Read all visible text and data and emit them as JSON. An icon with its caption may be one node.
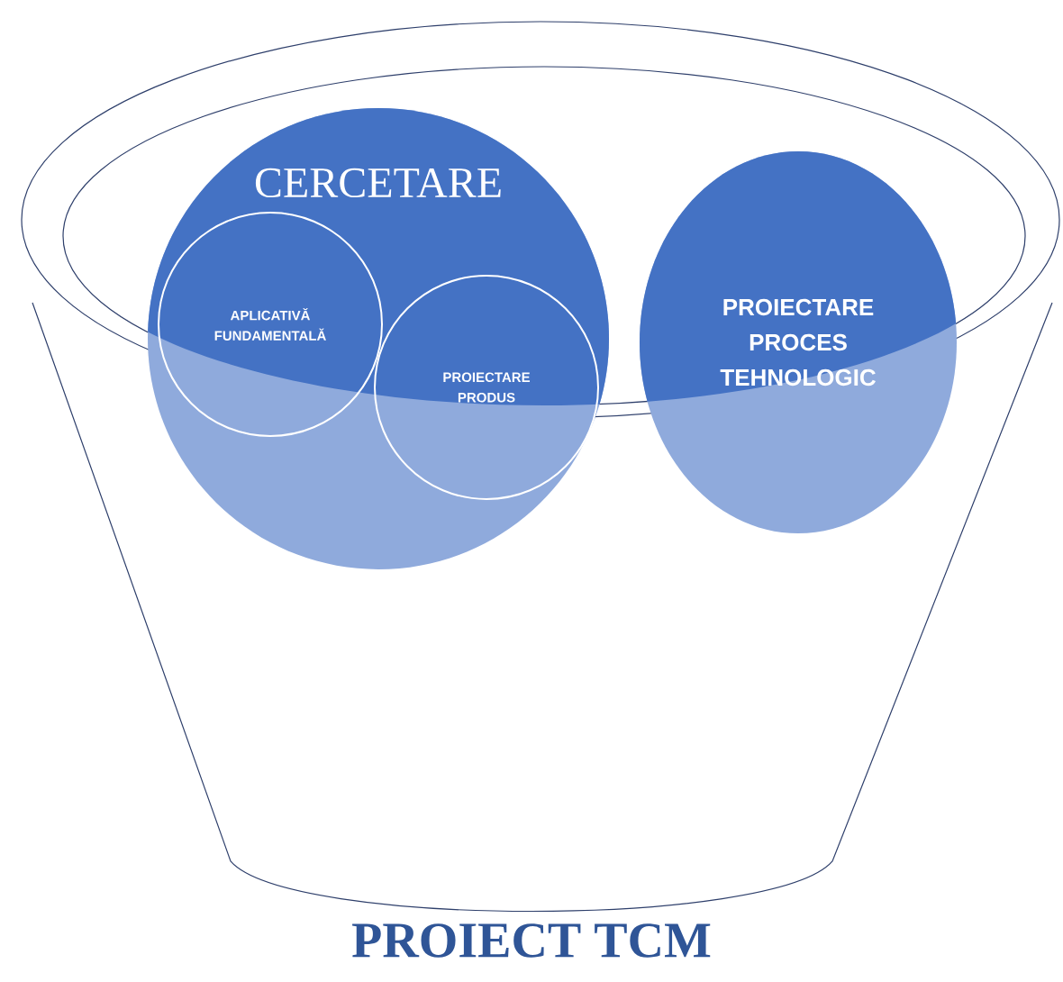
{
  "diagram": {
    "title": "PROIECT TCM",
    "nodes": [
      {
        "text": [
          "CERCETARE"
        ]
      },
      {
        "text": [
          "APLICATIVĂ FUNDAMENTALĂ"
        ],
        "in": 0
      },
      {
        "text": [
          "PROIECTARE PRODUS"
        ],
        "in": 0
      },
      {
        "text": [
          "PROIECTARE PROCES TEHNOLOGIC"
        ]
      }
    ],
    "edges": []
  }
}
